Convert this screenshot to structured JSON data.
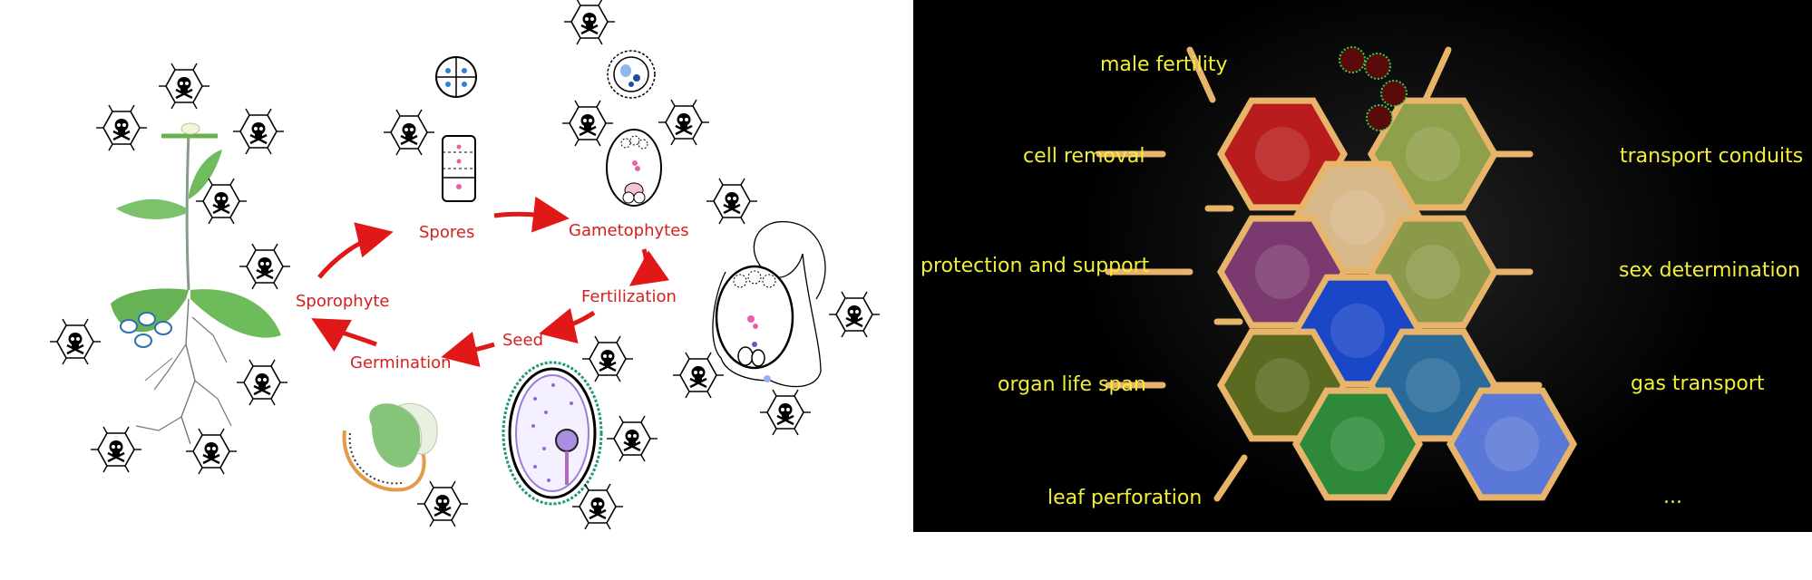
{
  "life_cycle": {
    "stages": [
      "Spores",
      "Gametophytes",
      "Fertilization",
      "Seed",
      "Germination",
      "Sporophyte"
    ],
    "colors": {
      "arrow": "#e01818",
      "label": "#d42020"
    }
  },
  "functions": {
    "labels": [
      "male fertility",
      "cell removal",
      "protection and support",
      "organ life span",
      "leaf perforation",
      "transport conduits",
      "sex determination",
      "gas transport",
      "..."
    ],
    "colors": {
      "text": "#f2ef3a",
      "frame": "#e8b46a",
      "background": "#000000"
    }
  },
  "icons": [
    "skull-crossbones-hexagon-icon",
    "plant-icon",
    "spore-tetrad-icon",
    "pollen-grain-icon",
    "embryo-sac-icon",
    "ovule-icon",
    "seed-icon",
    "germinating-seedling-icon"
  ]
}
